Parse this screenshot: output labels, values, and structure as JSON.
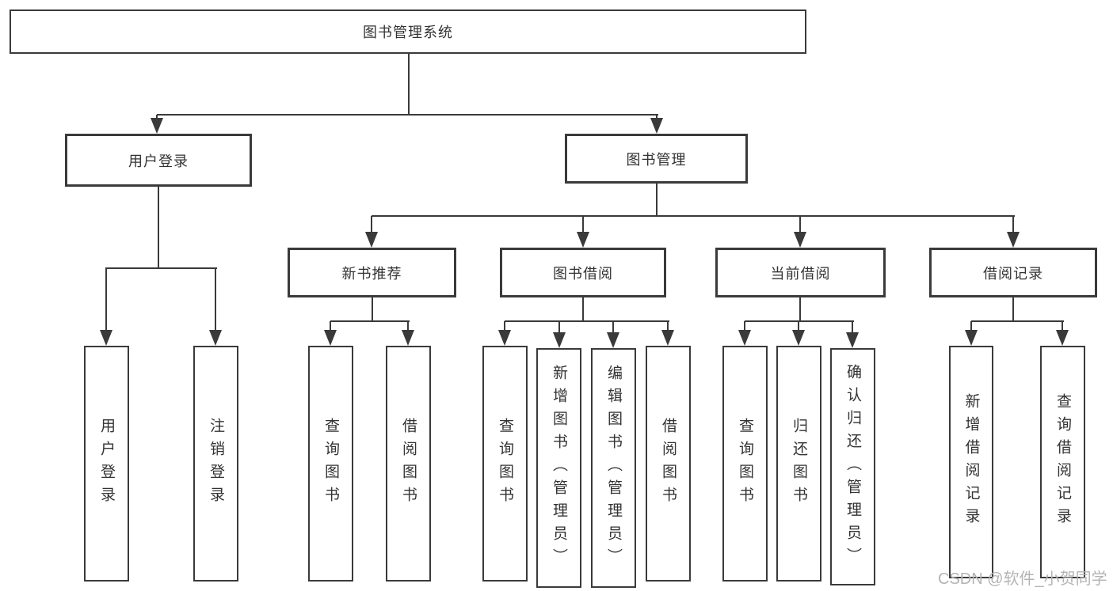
{
  "diagram": {
    "type": "hierarchy-tree",
    "colors": {
      "line": "#3a3a3a",
      "text": "#333333",
      "box_fill": "#ffffff",
      "background": "#ffffff",
      "watermark": "#b4b4b4"
    },
    "tree": {
      "root": {
        "label": "图书管理系统"
      },
      "branches": [
        {
          "label": "用户登录",
          "children": [
            {
              "label": "用户登录"
            },
            {
              "label": "注销登录"
            }
          ]
        },
        {
          "label": "图书管理",
          "children": [
            {
              "label": "新书推荐",
              "children": [
                {
                  "label": "查询图书"
                },
                {
                  "label": "借阅图书"
                }
              ]
            },
            {
              "label": "图书借阅",
              "children": [
                {
                  "label": "查询图书"
                },
                {
                  "label": "新增图书（管理员）"
                },
                {
                  "label": "编辑图书（管理员）"
                },
                {
                  "label": "借阅图书"
                }
              ]
            },
            {
              "label": "当前借阅",
              "children": [
                {
                  "label": "查询图书"
                },
                {
                  "label": "归还图书"
                },
                {
                  "label": "确认归还（管理员）"
                }
              ]
            },
            {
              "label": "借阅记录",
              "children": [
                {
                  "label": "新增借阅记录"
                },
                {
                  "label": "查询借阅记录"
                }
              ]
            }
          ]
        }
      ]
    },
    "watermark": {
      "text": "CSDN @软件_小贺同学"
    }
  }
}
